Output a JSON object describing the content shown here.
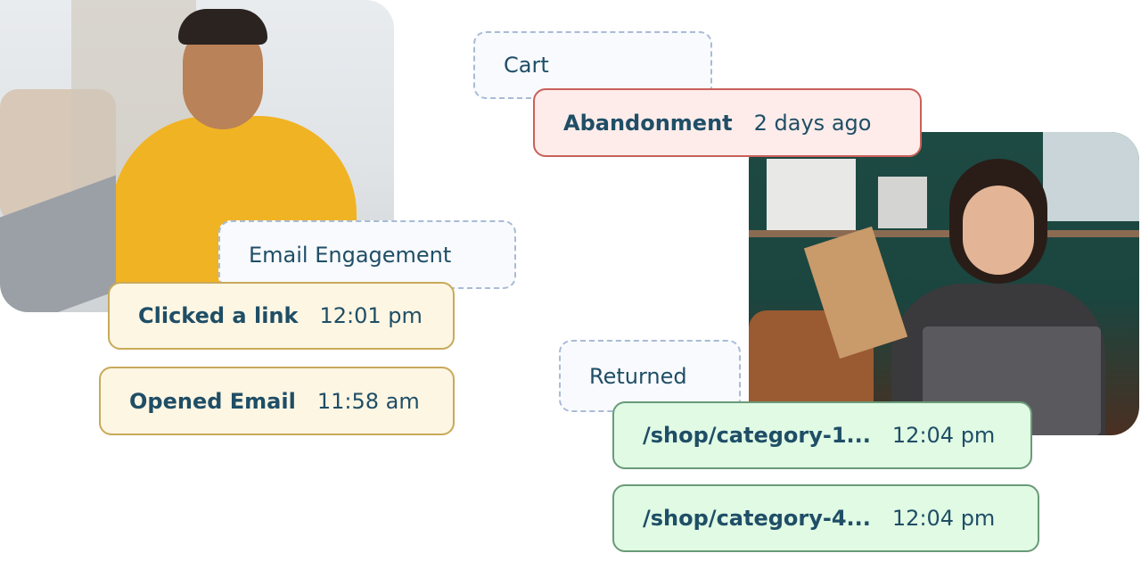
{
  "colors": {
    "text": "#1f4e66",
    "red_bg": "#fdecea",
    "red_border": "#c9605a",
    "yellow_bg": "#fdf6e3",
    "yellow_border": "#c9a95a",
    "green_bg": "#e0fae4",
    "green_border": "#6a9a78",
    "category_border": "#a9bbd6"
  },
  "groups": [
    {
      "category": "Cart",
      "events": [
        {
          "label": "Abandonment",
          "time": "2 days ago"
        }
      ]
    },
    {
      "category": "Email Engagement",
      "events": [
        {
          "label": "Clicked a link",
          "time": "12:01 pm"
        },
        {
          "label": "Opened Email",
          "time": "11:58 am"
        }
      ]
    },
    {
      "category": "Returned",
      "events": [
        {
          "label": "/shop/category-1...",
          "time": "12:04 pm"
        },
        {
          "label": "/shop/category-4...",
          "time": "12:04 pm"
        }
      ]
    }
  ]
}
